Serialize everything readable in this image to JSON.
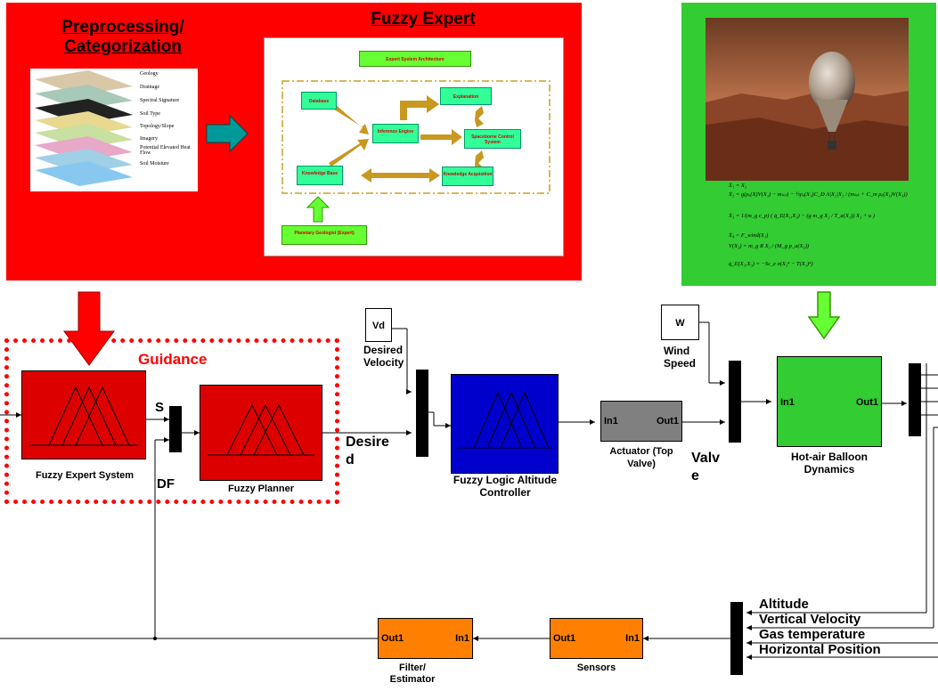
{
  "top_left": {
    "preprocessing_title": "Preprocessing/ Categorization",
    "fuzzy_expert_title": "Fuzzy Expert",
    "layers": [
      "Geology",
      "Drainage",
      "Spectral Signature",
      "Soil Type",
      "Topology/Slope",
      "Imagery",
      "Potential Elevated Heat Flow",
      "Soil Moisture"
    ],
    "architecture": {
      "title": "Expert System Architecture",
      "database": "Database",
      "inference": "Inference Engine",
      "explanation": "Explanation",
      "spaceborne": "Spaceborne Control System",
      "knowledge_base": "Knowledge Base",
      "knowledge_acq": "Knowledge Acquisition",
      "geologist": "Planetary Geologist (Expert)"
    }
  },
  "equations": [
    "Ẋ₁ = X₂",
    "Ẋ₂ = g(ρₐ(X)V(X₁) − mₜₒₜ) − ½ρₐ(X₁)C_D A|X₂|X₂ / (mₜₒₜ + C_m ρₐ(X₁)V(X₁))",
    "Ẋ₃ = 1/(m_g c_p) ( q̇_E(X₁,X₃) − (g m_g X₂ / T_a(X₁)) X₃ + u )",
    "Ẋ₄ = F_wind(X₁)",
    "V(X₃) = m_g R X₃ / (M_g p_a(X₁))",
    "q̇_E(X₁,X₃) = −Sε_e σ(X₃⁴ − T(X₁)⁴)"
  ],
  "diagram": {
    "guidance": "Guidance",
    "fuzzy_expert_system": "Fuzzy Expert System",
    "fuzzy_planner": "Fuzzy Planner",
    "s": "S",
    "df": "DF",
    "desired": "Desire d",
    "vd": "Vd",
    "desired_velocity": "Desired Velocity",
    "altitude_controller": "Fuzzy Logic Altitude Controller",
    "in1": "In1",
    "out1": "Out1",
    "actuator": "Actuator (Top Valve)",
    "valve": "Valv e",
    "w": "W",
    "wind_speed": "Wind Speed",
    "balloon_dynamics": "Hot-air Balloon Dynamics",
    "sensors": "Sensors",
    "filter": "Filter/ Estimator",
    "outputs": [
      "Altitude",
      "Vertical Velocity",
      "Gas temperature",
      "Horizontal Position"
    ]
  },
  "colors": {
    "red": "#ff0000",
    "green": "#33cc33",
    "blue": "#0000cc",
    "orange": "#ff8000",
    "gray": "#808080",
    "mf_red": "#dd0000"
  }
}
